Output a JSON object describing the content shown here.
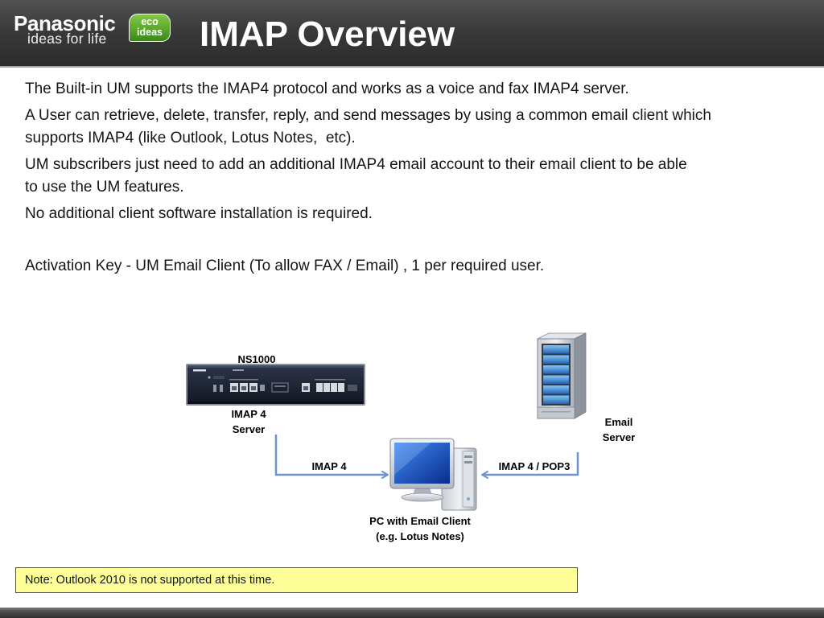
{
  "header": {
    "logo": {
      "brand": "Panasonic",
      "tagline": "ideas for life",
      "badge_line1": "eco",
      "badge_line2": "ideas"
    },
    "title": "IMAP Overview"
  },
  "body": {
    "paragraphs": [
      {
        "lines": [
          "The Built-in UM supports the IMAP4 protocol and works as a voice and fax IMAP4 server."
        ]
      },
      {
        "lines": [
          "A User can retrieve, delete, transfer, reply, and send messages by using a common email client which",
          "supports IMAP4 (like Outlook, Lotus Notes,  etc)."
        ]
      },
      {
        "lines": [
          "UM subscribers just need to add an additional IMAP4 email account to their email client to be able",
          "to use the UM features."
        ]
      },
      {
        "lines": [
          "No additional client software installation is required."
        ]
      },
      {
        "lines": [
          "Activation Key - UM Email Client (To allow FAX / Email) , 1 per required user."
        ]
      }
    ]
  },
  "diagram": {
    "ns1000": {
      "name": "NS1000",
      "role_line1": "IMAP 4",
      "role_line2": "Server",
      "icon": "pbx-device-icon"
    },
    "email_server": {
      "line1": "Email",
      "line2": "Server",
      "icon": "server-tower-icon"
    },
    "pc": {
      "line1": "PC with Email Client",
      "line2": "(e.g. Lotus Notes)",
      "icon": "desktop-computer-icon"
    },
    "links": {
      "ns1000_to_pc": "IMAP 4",
      "server_to_pc": "IMAP 4 / POP3"
    }
  },
  "note": {
    "text": "Note: Outlook 2010 is not supported at this time."
  },
  "colors": {
    "header_background": "#3a3a3a",
    "note_background": "#ffff99",
    "connector": "#6f92cc",
    "eco_badge": "#5aa82a",
    "body_text": "#151515"
  }
}
